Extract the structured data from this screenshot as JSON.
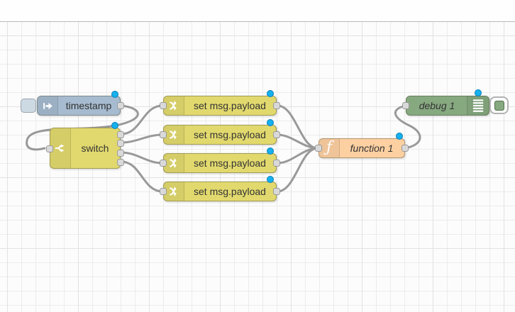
{
  "editor": {
    "name": "flow-editor",
    "header_text": ""
  },
  "colors": {
    "wire": "#999999",
    "port_fill": "#d9d9d9",
    "port_border": "#999999",
    "changed_dot": "#15b1ef",
    "grid_minor": "#ececec",
    "grid_major": "#e2e2e2",
    "inject": "#a6bbcf",
    "switch": "#e2d96e",
    "change": "#e2d96e",
    "function": "#fdd0a2",
    "debug": "#87a980"
  },
  "nodes": {
    "inject": {
      "type": "inject",
      "label": "timestamp",
      "color": "#a6bbcf"
    },
    "switch": {
      "type": "switch",
      "label": "switch",
      "color": "#e2d96e",
      "outputs": "4"
    },
    "changes": [
      {
        "type": "change",
        "label": "set msg.payload",
        "color": "#e2d96e"
      },
      {
        "type": "change",
        "label": "set msg.payload",
        "color": "#e2d96e"
      },
      {
        "type": "change",
        "label": "set msg.payload",
        "color": "#e2d96e"
      },
      {
        "type": "change",
        "label": "set msg.payload",
        "color": "#e2d96e"
      }
    ],
    "function": {
      "type": "function",
      "label": "function 1",
      "color": "#fdd0a2",
      "icon_glyph": "ƒ"
    },
    "debug": {
      "type": "debug",
      "label": "debug 1",
      "color": "#87a980"
    }
  }
}
